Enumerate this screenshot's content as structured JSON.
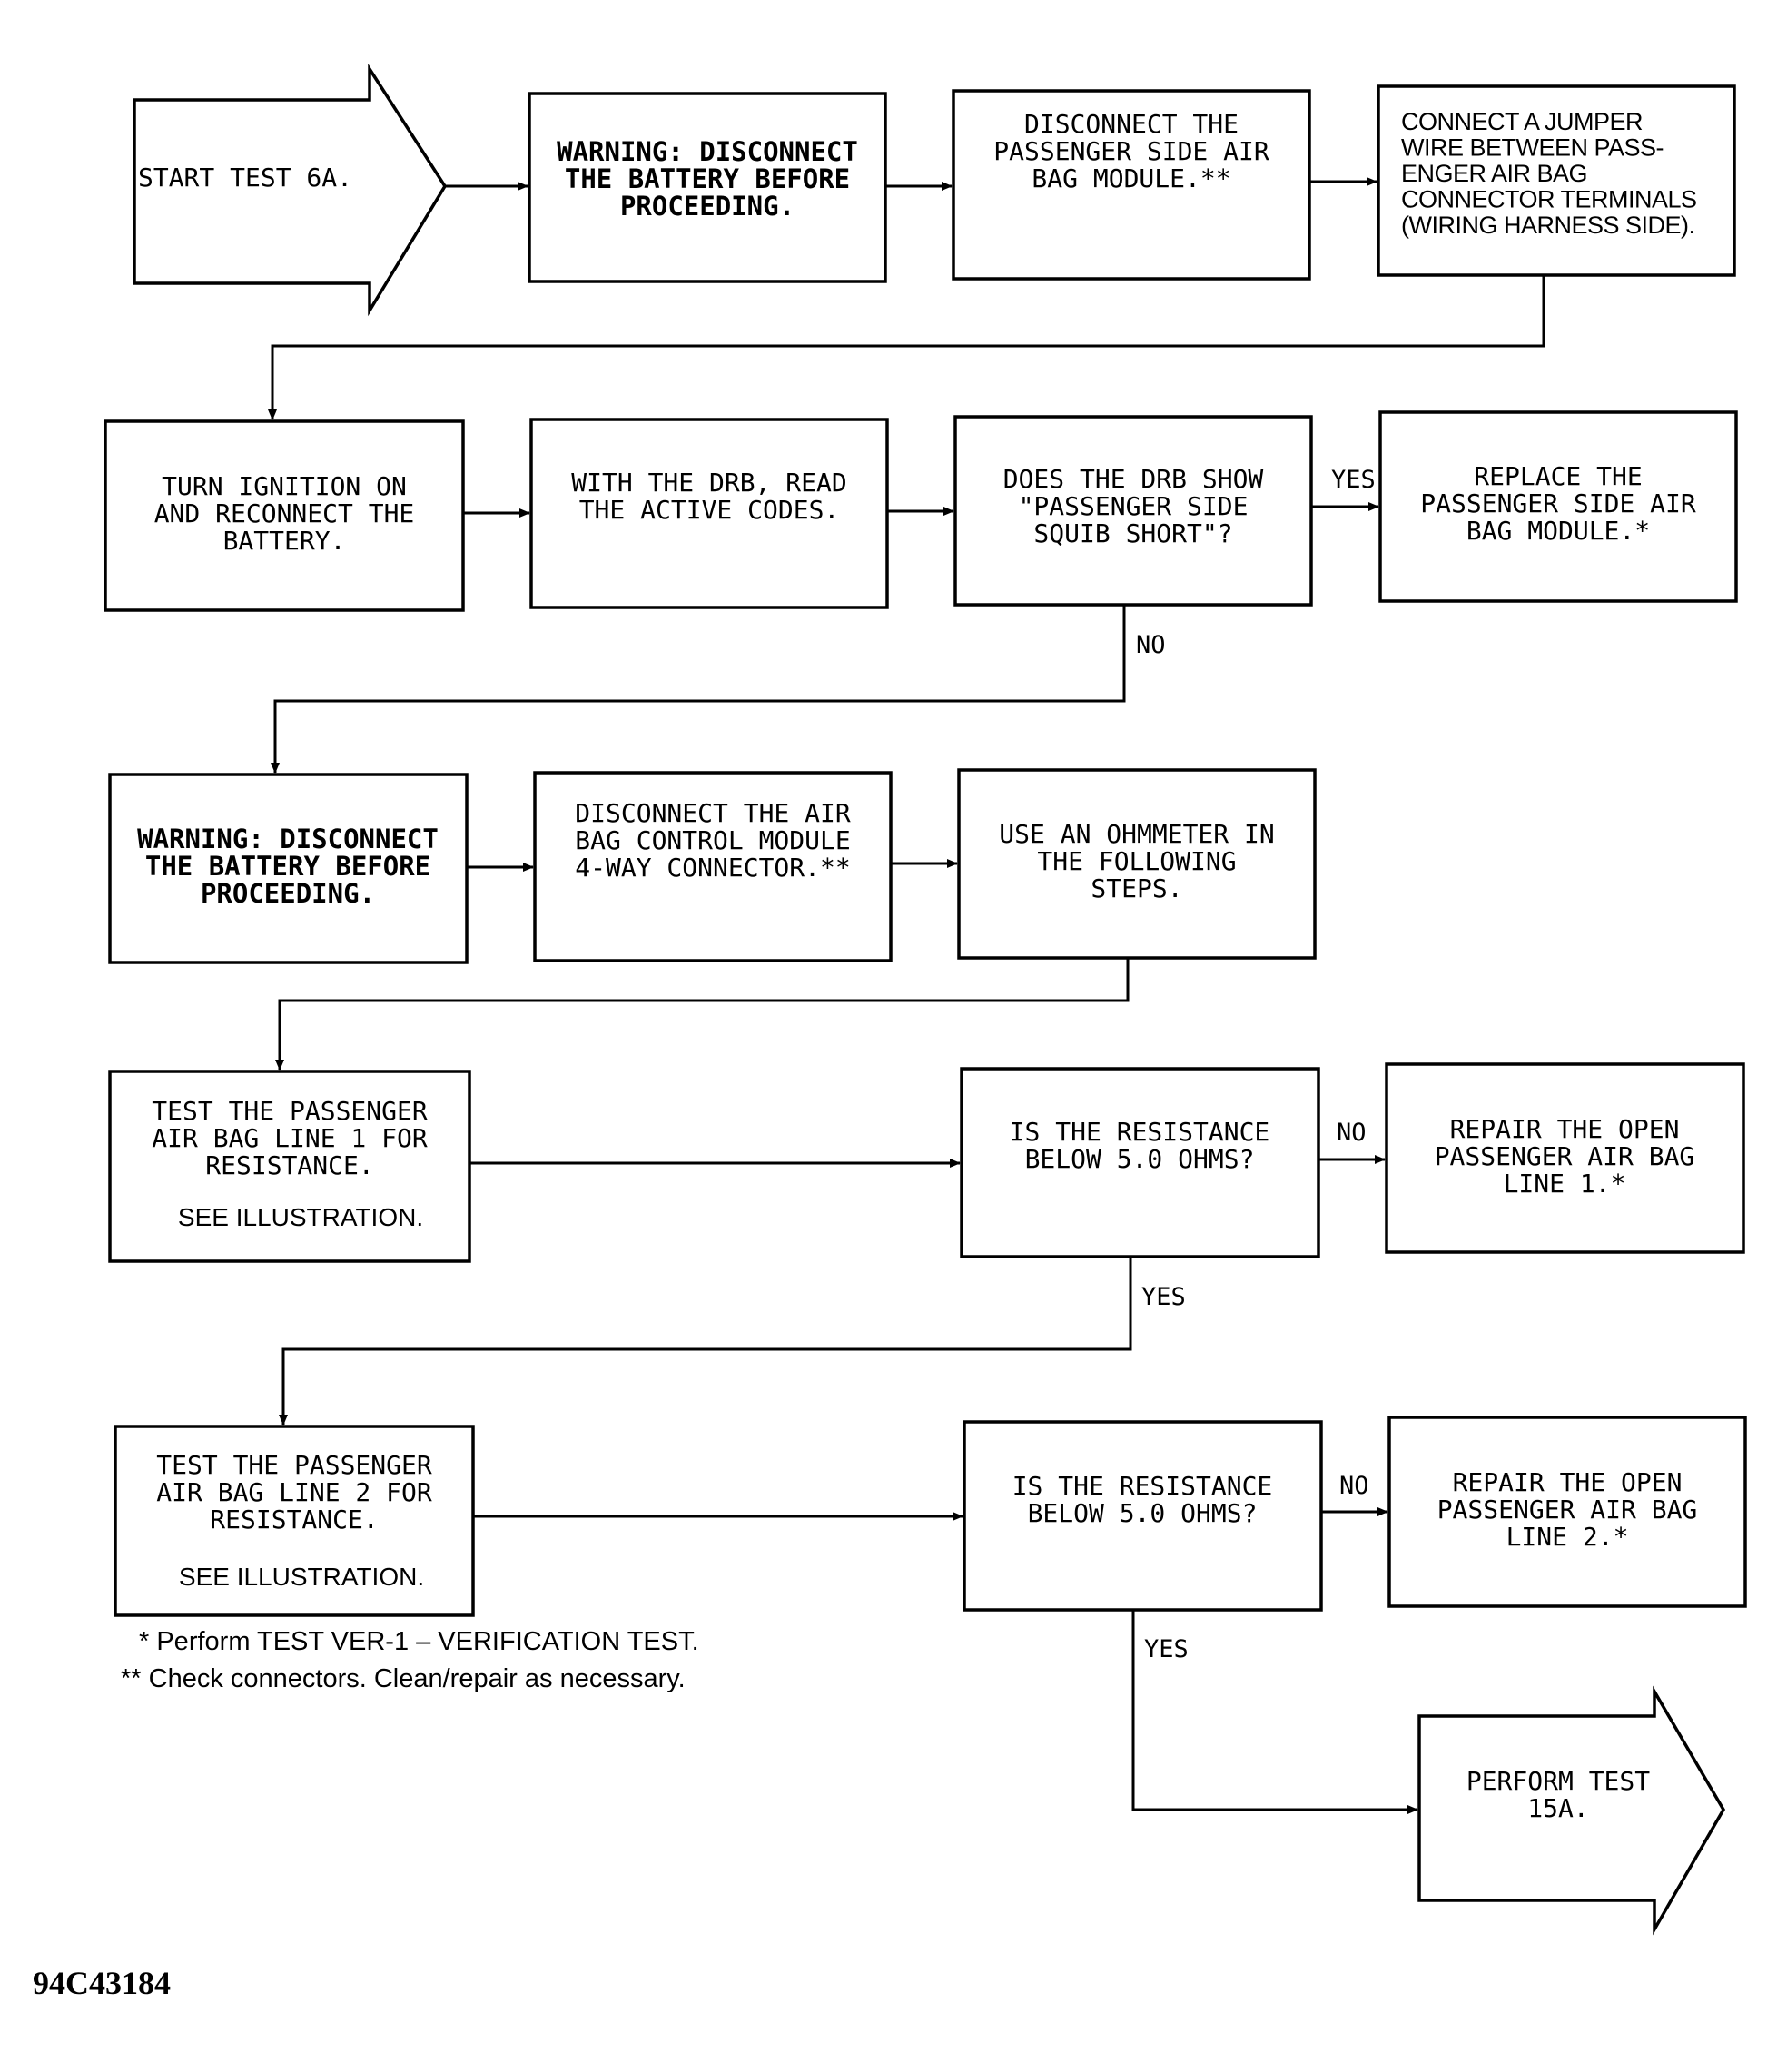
{
  "nodes": {
    "start": {
      "lines": [
        "START TEST 6A."
      ]
    },
    "warn1": {
      "lines": [
        "WARNING:  DISCONNECT",
        "THE BATTERY BEFORE",
        "PROCEEDING."
      ]
    },
    "disc_module": {
      "lines": [
        "DISCONNECT THE",
        "PASSENGER SIDE AIR",
        "BAG MODULE.**"
      ]
    },
    "jumper": {
      "lines": [
        "CONNECT A JUMPER",
        "WIRE BETWEEN PASS-",
        "ENGER AIR BAG",
        "CONNECTOR TERMINALS",
        "(WIRING HARNESS SIDE)."
      ]
    },
    "ignition": {
      "lines": [
        "TURN IGNITION ON",
        "AND RECONNECT THE",
        "BATTERY."
      ]
    },
    "drb_read": {
      "lines": [
        "WITH THE DRB, READ",
        "THE ACTIVE CODES."
      ]
    },
    "drb_show": {
      "lines": [
        "DOES THE DRB SHOW",
        "\"PASSENGER SIDE",
        "SQUIB SHORT\"?"
      ]
    },
    "replace": {
      "lines": [
        "REPLACE THE",
        "PASSENGER SIDE AIR",
        "BAG MODULE.*"
      ]
    },
    "warn2": {
      "lines": [
        "WARNING:  DISCONNECT",
        "THE BATTERY BEFORE",
        "PROCEEDING."
      ]
    },
    "disc_control": {
      "lines": [
        "DISCONNECT THE AIR",
        "BAG CONTROL MODULE",
        "4-WAY CONNECTOR.**"
      ]
    },
    "ohmmeter": {
      "lines": [
        "USE AN OHMMETER IN",
        "THE FOLLOWING",
        "STEPS."
      ]
    },
    "test_line1": {
      "lines": [
        "TEST THE PASSENGER",
        "AIR BAG LINE 1 FOR",
        "RESISTANCE."
      ],
      "note": "SEE ILLUSTRATION."
    },
    "res1": {
      "lines": [
        "IS THE RESISTANCE",
        "BELOW 5.0 OHMS?"
      ]
    },
    "repair1": {
      "lines": [
        "REPAIR THE OPEN",
        "PASSENGER AIR BAG",
        "LINE 1.*"
      ]
    },
    "test_line2": {
      "lines": [
        "TEST THE PASSENGER",
        "AIR BAG LINE 2 FOR",
        "RESISTANCE."
      ],
      "note": "SEE ILLUSTRATION."
    },
    "res2": {
      "lines": [
        "IS THE RESISTANCE",
        "BELOW 5.0 OHMS?"
      ]
    },
    "repair2": {
      "lines": [
        "REPAIR THE OPEN",
        "PASSENGER AIR BAG",
        "LINE 2.*"
      ]
    },
    "perform": {
      "lines": [
        "PERFORM TEST",
        "15A."
      ]
    }
  },
  "edge_labels": {
    "drb_yes": "YES",
    "drb_no": "NO",
    "res1_no": "NO",
    "res1_yes": "YES",
    "res2_no": "NO",
    "res2_yes": "YES"
  },
  "footnotes": {
    "single": "* Perform TEST VER-1 – VERIFICATION TEST.",
    "double": "** Check connectors. Clean/repair as necessary."
  },
  "figure_id": "94C43184"
}
